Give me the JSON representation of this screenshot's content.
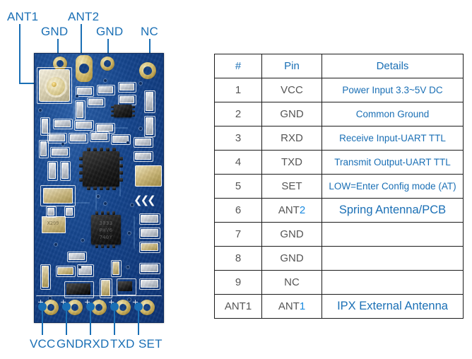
{
  "figure": {
    "name": "bluetooth-module-pcb",
    "callouts_top": [
      {
        "id": "ant1",
        "label": "ANT1"
      },
      {
        "id": "gnd-left",
        "label": "GND"
      },
      {
        "id": "ant2",
        "label": "ANT2"
      },
      {
        "id": "gnd-right",
        "label": "GND"
      },
      {
        "id": "nc",
        "label": "NC"
      }
    ],
    "callouts_bottom": [
      {
        "id": "vcc",
        "label": "VCC"
      },
      {
        "id": "gnd",
        "label": "GND"
      },
      {
        "id": "rxd",
        "label": "RXD"
      },
      {
        "id": "txd",
        "label": "TXD"
      },
      {
        "id": "set",
        "label": "SET"
      }
    ],
    "board_markings": {
      "ic_main_lines": [
        "",
        "",
        ""
      ],
      "ic_small_lines": [
        "3033",
        "PHV6",
        "740Y"
      ],
      "transistor_marking": "X299"
    },
    "colors": {
      "accent_blue": "#1a6fb5",
      "link_blue": "#1a8ae0",
      "board_blue": "#14448c",
      "pad_gold": "#d8c070",
      "text_gray": "#555555"
    }
  },
  "table": {
    "headers": [
      "#",
      "Pin",
      "Details"
    ],
    "rows": [
      {
        "num": "1",
        "pin": "VCC",
        "pin_prefix": "VCC",
        "pin_suffix": "",
        "details": "Power Input 3.3~5V DC",
        "big": false
      },
      {
        "num": "2",
        "pin": "GND",
        "pin_prefix": "GND",
        "pin_suffix": "",
        "details": "Common Ground",
        "big": false
      },
      {
        "num": "3",
        "pin": "RXD",
        "pin_prefix": "RXD",
        "pin_suffix": "",
        "details": "Receive Input-UART TTL",
        "big": false
      },
      {
        "num": "4",
        "pin": "TXD",
        "pin_prefix": "TXD",
        "pin_suffix": "",
        "details": "Transmit Output-UART TTL",
        "big": false
      },
      {
        "num": "5",
        "pin": "SET",
        "pin_prefix": "SET",
        "pin_suffix": "",
        "details": "LOW=Enter Config mode (AT)",
        "big": false
      },
      {
        "num": "6",
        "pin": "ANT2",
        "pin_prefix": "ANT",
        "pin_suffix": "2",
        "details": "Spring Antenna/PCB",
        "big": true
      },
      {
        "num": "7",
        "pin": "GND",
        "pin_prefix": "GND",
        "pin_suffix": "",
        "details": "",
        "big": false
      },
      {
        "num": "8",
        "pin": "GND",
        "pin_prefix": "GND",
        "pin_suffix": "",
        "details": "",
        "big": false
      },
      {
        "num": "9",
        "pin": "NC",
        "pin_prefix": "NC",
        "pin_suffix": "",
        "details": "",
        "big": false
      },
      {
        "num": "ANT1",
        "pin": "ANT1",
        "pin_prefix": "ANT",
        "pin_suffix": "1",
        "details": "IPX External Antenna",
        "big": true
      }
    ]
  }
}
